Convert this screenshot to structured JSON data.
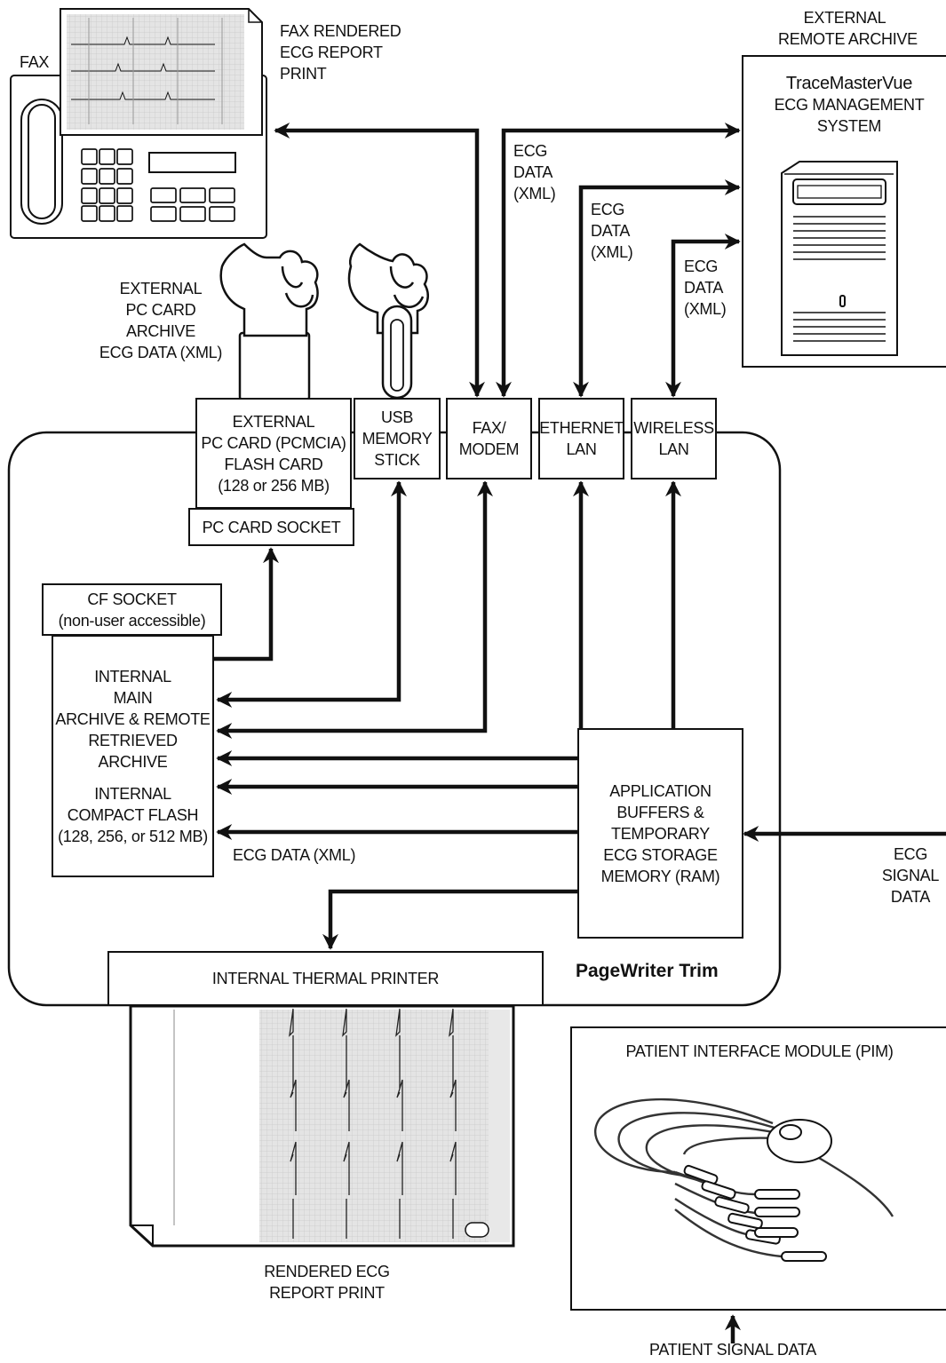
{
  "fax": {
    "label": "FAX",
    "rendered_label": [
      "FAX RENDERED",
      "ECG REPORT",
      "PRINT"
    ]
  },
  "remote_archive": {
    "label": [
      "EXTERNAL",
      "REMOTE ARCHIVE"
    ],
    "system": [
      "TraceMasterVue",
      "ECG MANAGEMENT",
      "SYSTEM"
    ]
  },
  "ecg_data_labels": {
    "fax_line": [
      "ECG",
      "DATA",
      "(XML)"
    ],
    "ethernet_line": [
      "ECG",
      "DATA",
      "(XML)"
    ],
    "wireless_line": [
      "ECG",
      "DATA",
      "(XML)"
    ],
    "internal_line": "ECG DATA (XML)"
  },
  "external_pc_card_archive": [
    "EXTERNAL",
    "PC CARD",
    "ARCHIVE",
    "ECG DATA (XML)"
  ],
  "ports": {
    "pc_card": [
      "EXTERNAL",
      "PC CARD (PCMCIA)",
      "FLASH CARD",
      "(128 or 256 MB)"
    ],
    "usb": [
      "USB",
      "MEMORY",
      "STICK"
    ],
    "fax_modem": [
      "FAX/",
      "MODEM"
    ],
    "ethernet": [
      "ETHERNET",
      "LAN"
    ],
    "wireless": [
      "WIRELESS",
      "LAN"
    ]
  },
  "pc_card_socket": "PC CARD SOCKET",
  "cf_socket": [
    "CF SOCKET",
    "(non-user accessible)"
  ],
  "internal_archive": [
    "INTERNAL",
    "MAIN",
    "ARCHIVE & REMOTE",
    "RETRIEVED",
    "ARCHIVE",
    "",
    "INTERNAL",
    "COMPACT FLASH",
    "(128, 256, or 512 MB)"
  ],
  "app_buffers": [
    "APPLICATION",
    "BUFFERS &",
    "TEMPORARY",
    "ECG STORAGE",
    "MEMORY (RAM)"
  ],
  "ecg_signal_data": [
    "ECG",
    "SIGNAL",
    "DATA"
  ],
  "thermal_printer": "INTERNAL THERMAL PRINTER",
  "device_brand": "PageWriter  Trim",
  "rendered_print": [
    "RENDERED ECG",
    "REPORT PRINT"
  ],
  "pim": "PATIENT INTERFACE MODULE (PIM)",
  "patient_signal_data": "PATIENT SIGNAL DATA"
}
